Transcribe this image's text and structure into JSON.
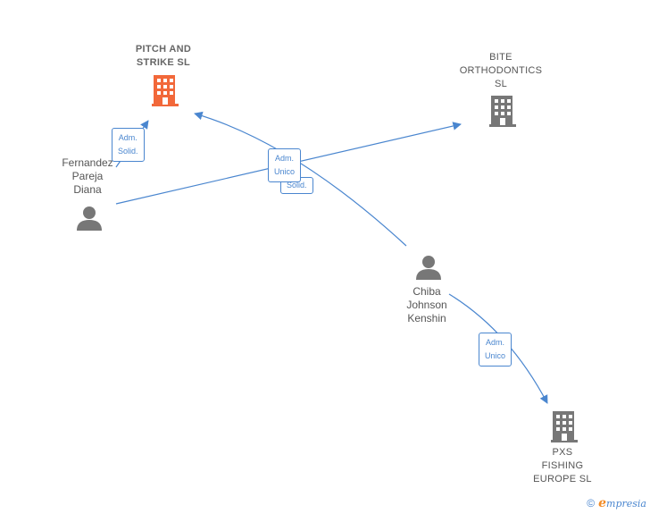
{
  "colors": {
    "edge": "#4a86cf",
    "company_main": "#f2683a",
    "company": "#777777",
    "person": "#777777"
  },
  "nodes": {
    "pitch": {
      "label": "PITCH AND\nSTRIKE  SL",
      "icon": "building-icon"
    },
    "bite": {
      "label": "BITE\nORTHODONTICS\nSL",
      "icon": "building-icon"
    },
    "pxs": {
      "label": "PXS\nFISHING\nEUROPE  SL",
      "icon": "building-icon"
    },
    "fernandez": {
      "label": "Fernandez\nPareja\nDiana",
      "icon": "person-icon"
    },
    "chiba": {
      "label": "Chiba\nJohnson\nKenshin",
      "icon": "person-icon"
    }
  },
  "relations": {
    "fernandez_pitch": "Adm.\nSolid.",
    "center_unico": "Adm.\nUnico",
    "center_solid": "Solid.",
    "chiba_pxs": "Adm.\nUnico"
  },
  "footer": {
    "copyright": "©",
    "brand_initial": "e",
    "brand_rest": "mpresia"
  }
}
